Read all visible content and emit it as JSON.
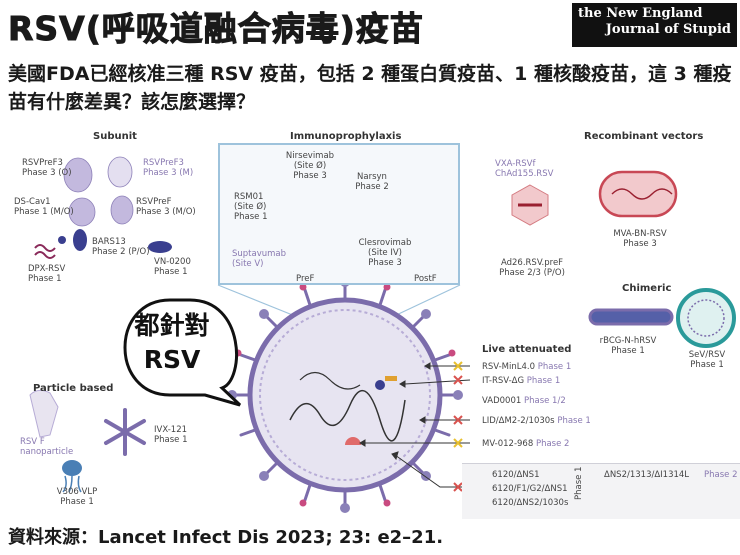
{
  "header": {
    "title": "RSV(呼吸道融合病毒)疫苗",
    "brand_line1": "the New England",
    "brand_line2": "Journal of Stupid",
    "subtitle": "美國FDA已經核准三種 RSV 疫苗，包括 2 種蛋白質疫苗、1 種核酸疫苗，這 3 種疫苗有什麼差異？該怎麼選擇？",
    "source": "資料來源：Lancet Infect Dis 2023; 23: e2–21."
  },
  "bubble": {
    "line1": "都針對",
    "line2": "RSV"
  },
  "sections": {
    "subunit": "Subunit",
    "immuno": "Immunoprophylaxis",
    "recombinant": "Recombinant vectors",
    "chimeric": "Chimeric",
    "live": "Live attenuated",
    "particle": "Particle based"
  },
  "subunit": {
    "rsvpref3_o": {
      "name": "RSVPreF3",
      "phase": "Phase 3 (O)"
    },
    "rsvpref3_m": {
      "name": "RSVPreF3",
      "phase": "Phase 3 (M)"
    },
    "dscav1": {
      "name": "DS-Cav1",
      "phase": "Phase 1 (M/O)"
    },
    "rsvpref": {
      "name": "RSVPreF",
      "phase": "Phase 3 (M/O)"
    },
    "bars13": {
      "name": "BARS13",
      "phase": "Phase 2 (P/O)"
    },
    "vn0200": {
      "name": "VN-0200",
      "phase": "Phase 1"
    },
    "dpxrsv": {
      "name": "DPX-RSV",
      "phase": "Phase 1"
    }
  },
  "immuno": {
    "nirsevimab": {
      "name": "Nirsevimab",
      "site": "(Site Ø)",
      "phase": "Phase 3"
    },
    "rsm01": {
      "name": "RSM01",
      "site": "(Site Ø)",
      "phase": "Phase 1"
    },
    "narsyn": {
      "name": "Narsyn",
      "phase": "Phase 2"
    },
    "clesrovimab": {
      "name": "Clesrovimab",
      "site": "(Site IV)",
      "phase": "Phase 3"
    },
    "suptavumab": {
      "name": "Suptavumab",
      "site": "(Site V)"
    },
    "pref": "PreF",
    "postf": "PostF"
  },
  "recombinant": {
    "vxa": {
      "name": "VXA-RSVf"
    },
    "chad": {
      "name": "ChAd155.RSV"
    },
    "mva": {
      "name": "MVA-BN-RSV",
      "phase": "Phase 3"
    },
    "ad26": {
      "name": "Ad26.RSV.preF",
      "phase": "Phase 2/3 (P/O)"
    }
  },
  "chimeric": {
    "rbcg": {
      "name": "rBCG-N-hRSV",
      "phase": "Phase 1"
    },
    "sev": {
      "name": "SeV/RSV",
      "phase": "Phase 1"
    }
  },
  "live": [
    {
      "name": "RSV-MinL4.0",
      "phase": "Phase 1"
    },
    {
      "name": "IT-RSV-ΔG",
      "phase": "Phase 1"
    },
    {
      "name": "VAD0001",
      "phase": "Phase 1/2"
    },
    {
      "name": "LID/ΔM2-2/1030s",
      "phase": "Phase 1"
    },
    {
      "name": "MV-012-968",
      "phase": "Phase 2"
    }
  ],
  "live_table": {
    "rows": [
      "6120/ΔNS1",
      "6120/F1/G2/ΔNS1",
      "6120/ΔNS2/1030s"
    ],
    "phase1": "Phase 1",
    "extra": "ΔNS2/1313/ΔI1314L",
    "phase2": "Phase 2"
  },
  "particle": {
    "rsvf": {
      "name": "RSV F",
      "sub": "nanoparticle"
    },
    "ivx": {
      "name": "IVX-121",
      "phase": "Phase 1"
    },
    "v306": {
      "name": "V306 VLP",
      "phase": "Phase 1"
    }
  },
  "colors": {
    "purple": "#7b6cab",
    "lavender": "#b7acd6",
    "blue": "#4a7fb5",
    "red": "#d9534f",
    "teal": "#2a9a9a"
  }
}
